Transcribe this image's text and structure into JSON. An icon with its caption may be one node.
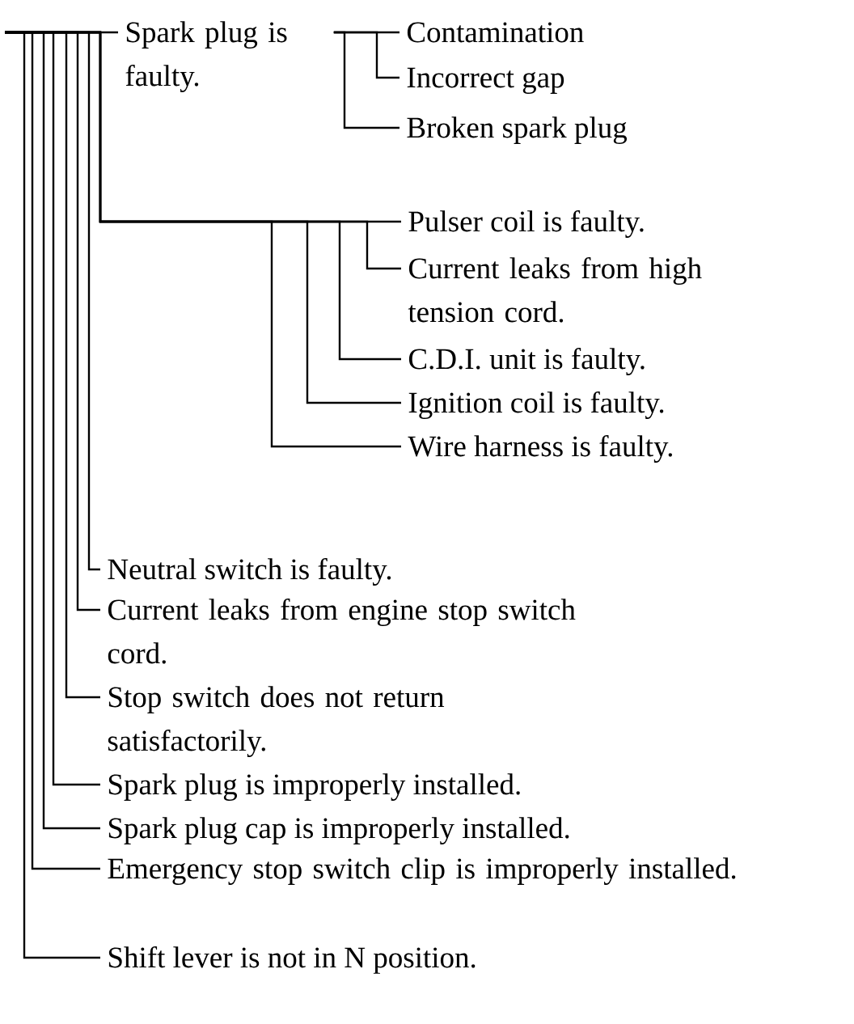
{
  "diagram": {
    "nodes": [
      {
        "text": [
          "Spark plug is faulty."
        ]
      },
      {
        "text": [
          "Contamination"
        ]
      },
      {
        "text": [
          "Incorrect gap"
        ]
      },
      {
        "text": [
          "Broken spark plug"
        ]
      },
      {
        "text": [
          "Pulser coil is faulty."
        ]
      },
      {
        "text": [
          "Current leaks from high tension cord."
        ]
      },
      {
        "text": [
          "C.D.I. unit is faulty."
        ]
      },
      {
        "text": [
          "Ignition coil is faulty."
        ]
      },
      {
        "text": [
          "Wire harness is faulty."
        ]
      },
      {
        "text": [
          "Neutral switch is faulty."
        ]
      },
      {
        "text": [
          "Current leaks from engine stop switch cord."
        ]
      },
      {
        "text": [
          "Stop switch does not return satisfactorily."
        ]
      },
      {
        "text": [
          "Spark plug is improperly installed."
        ]
      },
      {
        "text": [
          "Spark plug cap is improperly installed."
        ]
      },
      {
        "text": [
          "Emergency stop switch clip is improperly installed."
        ]
      },
      {
        "text": [
          "Shift lever is not in N position."
        ]
      }
    ],
    "edges": [
      {
        "from": null,
        "to": 0,
        "arrow": "none"
      },
      {
        "from": 0,
        "to": 1,
        "arrow": "none"
      },
      {
        "from": 0,
        "to": 2,
        "arrow": "none"
      },
      {
        "from": 0,
        "to": 3,
        "arrow": "none"
      },
      {
        "from": null,
        "to": 4,
        "arrow": "none"
      },
      {
        "from": null,
        "to": 5,
        "arrow": "none"
      },
      {
        "from": null,
        "to": 6,
        "arrow": "none"
      },
      {
        "from": null,
        "to": 7,
        "arrow": "none"
      },
      {
        "from": null,
        "to": 8,
        "arrow": "none"
      },
      {
        "from": null,
        "to": 9,
        "arrow": "none"
      },
      {
        "from": null,
        "to": 10,
        "arrow": "none"
      },
      {
        "from": null,
        "to": 11,
        "arrow": "none"
      },
      {
        "from": null,
        "to": 12,
        "arrow": "none"
      },
      {
        "from": null,
        "to": 13,
        "arrow": "none"
      },
      {
        "from": null,
        "to": 14,
        "arrow": "none"
      },
      {
        "from": null,
        "to": 15,
        "arrow": "none"
      }
    ]
  }
}
